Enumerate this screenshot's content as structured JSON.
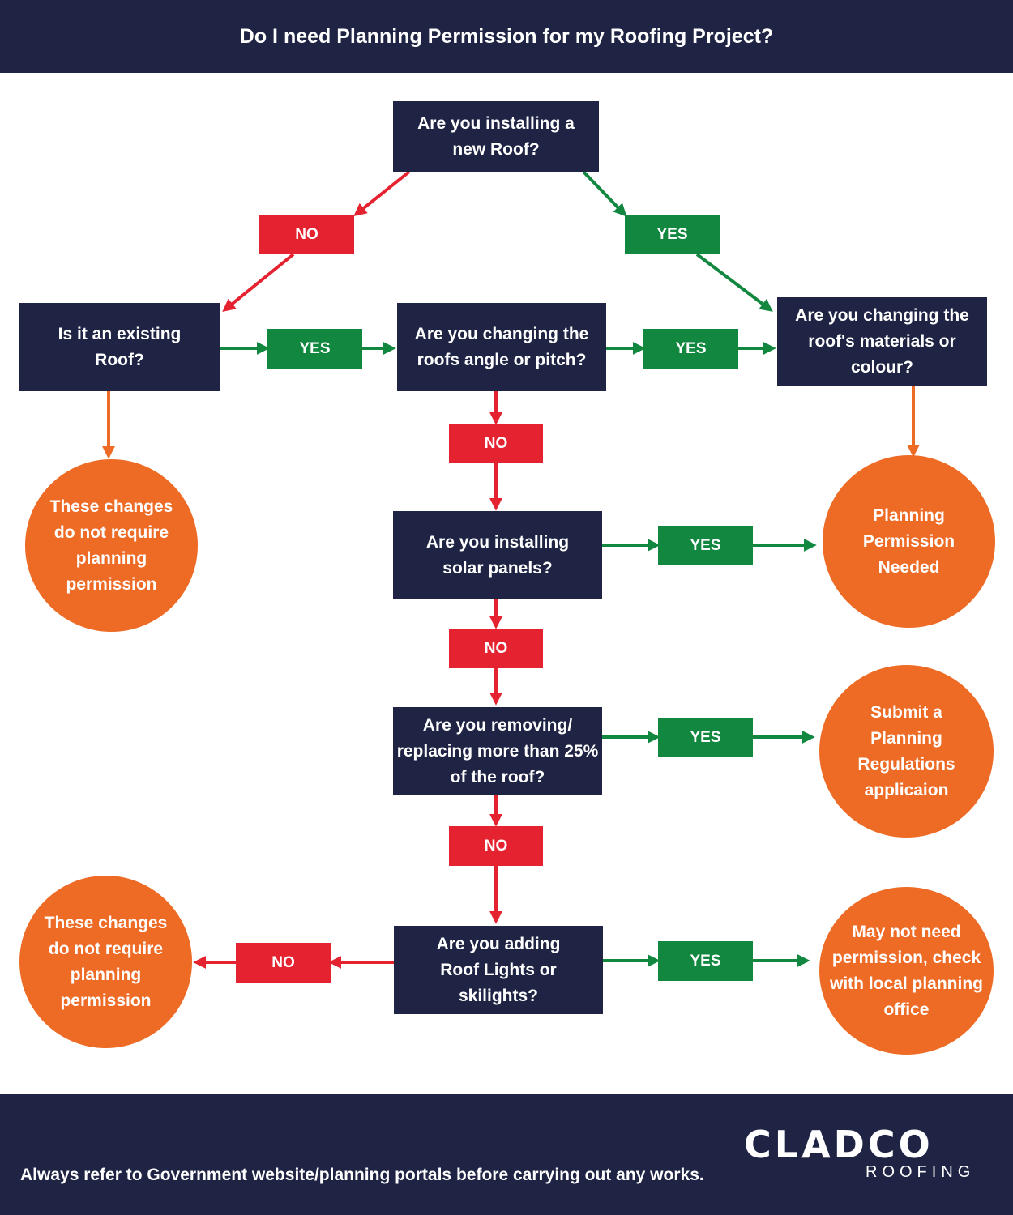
{
  "header": {
    "title": "Do I need Planning Permission for my Roofing Project?"
  },
  "flowchart": {
    "questions": {
      "new_roof": "Are you installing a new Roof?",
      "existing_roof": "Is it an existing Roof?",
      "angle_pitch": "Are you changing the roofs angle or pitch?",
      "materials_colour": "Are you changing the roof's materials or colour?",
      "solar_panels": "Are you installing solar panels?",
      "removing_replacing": "Are you removing/ replacing more than 25% of the roof?",
      "roof_lights": "Are you adding Roof Lights or skilights?"
    },
    "labels": {
      "no": "NO",
      "yes": "YES"
    },
    "outcomes": {
      "no_permission_top": "These changes do not require planning permission",
      "permission_needed": "Planning Permission Needed",
      "submit_application": "Submit a Planning Regulations applicaion",
      "may_not_need": "May not need permission, check with local planning office",
      "no_permission_bottom": "These changes do not require planning permission"
    }
  },
  "colors": {
    "navy": "#1f2444",
    "red": "#e52330",
    "green": "#128740",
    "orange": "#ee6b26"
  },
  "footer": {
    "disclaimer": "Always refer to Government website/planning portals before carrying out any works.",
    "logo_main": "CLADCO",
    "logo_sub": "ROOFING"
  }
}
